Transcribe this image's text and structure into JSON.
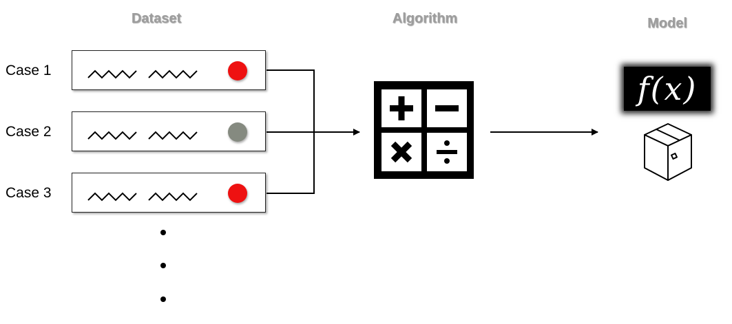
{
  "headers": {
    "dataset": "Dataset",
    "algorithm": "Algorithm",
    "model": "Model"
  },
  "cases": [
    {
      "label": "Case 1",
      "dot_color": "#ee1111"
    },
    {
      "label": "Case 2",
      "dot_color": "#858a80"
    },
    {
      "label": "Case 3",
      "dot_color": "#ee1111"
    }
  ],
  "model_formula": "f(x)",
  "colors": {
    "header_text": "#9d9d9d",
    "line": "#000000"
  },
  "icons": {
    "algorithm": "calculator-operators-icon",
    "model": "package-box-icon"
  }
}
